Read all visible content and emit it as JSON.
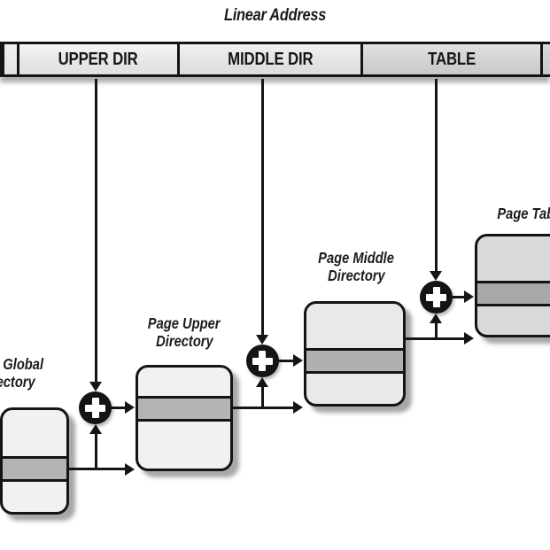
{
  "diagram_title": "Linear Address",
  "address_bar": {
    "segments": [
      {
        "name": "global-dir-partial",
        "label": ""
      },
      {
        "name": "upper-dir",
        "label": "UPPER DIR"
      },
      {
        "name": "middle-dir",
        "label": "MIDDLE DIR"
      },
      {
        "name": "table",
        "label": "TABLE"
      },
      {
        "name": "offset-partial",
        "label": ""
      }
    ]
  },
  "page_tables": [
    {
      "name": "page-global-directory",
      "label_line1": "Page Global",
      "label_line2": "Directory"
    },
    {
      "name": "page-upper-directory",
      "label_line1": "Page Upper",
      "label_line2": "Directory"
    },
    {
      "name": "page-middle-directory",
      "label_line1": "Page Middle",
      "label_line2": "Directory"
    },
    {
      "name": "page-table",
      "label_line1": "Page Table",
      "label_line2": ""
    }
  ],
  "icons": {
    "plus_junction_symbol": "+",
    "plus_junction_count": 3
  },
  "colors": {
    "line": "#151515",
    "bar_segment_light": "#e7e7e5",
    "bar_segment_table": "#d2d2d0",
    "box_fill_light": "#f1f1ef",
    "box_fill_mid": "#e9e9e7",
    "box_fill_dark": "#d9d9d7",
    "band_light": "#b4b4b2",
    "band_dark": "#a8a8a6",
    "junction_fill": "#141414",
    "junction_glyph": "#ffffff"
  }
}
